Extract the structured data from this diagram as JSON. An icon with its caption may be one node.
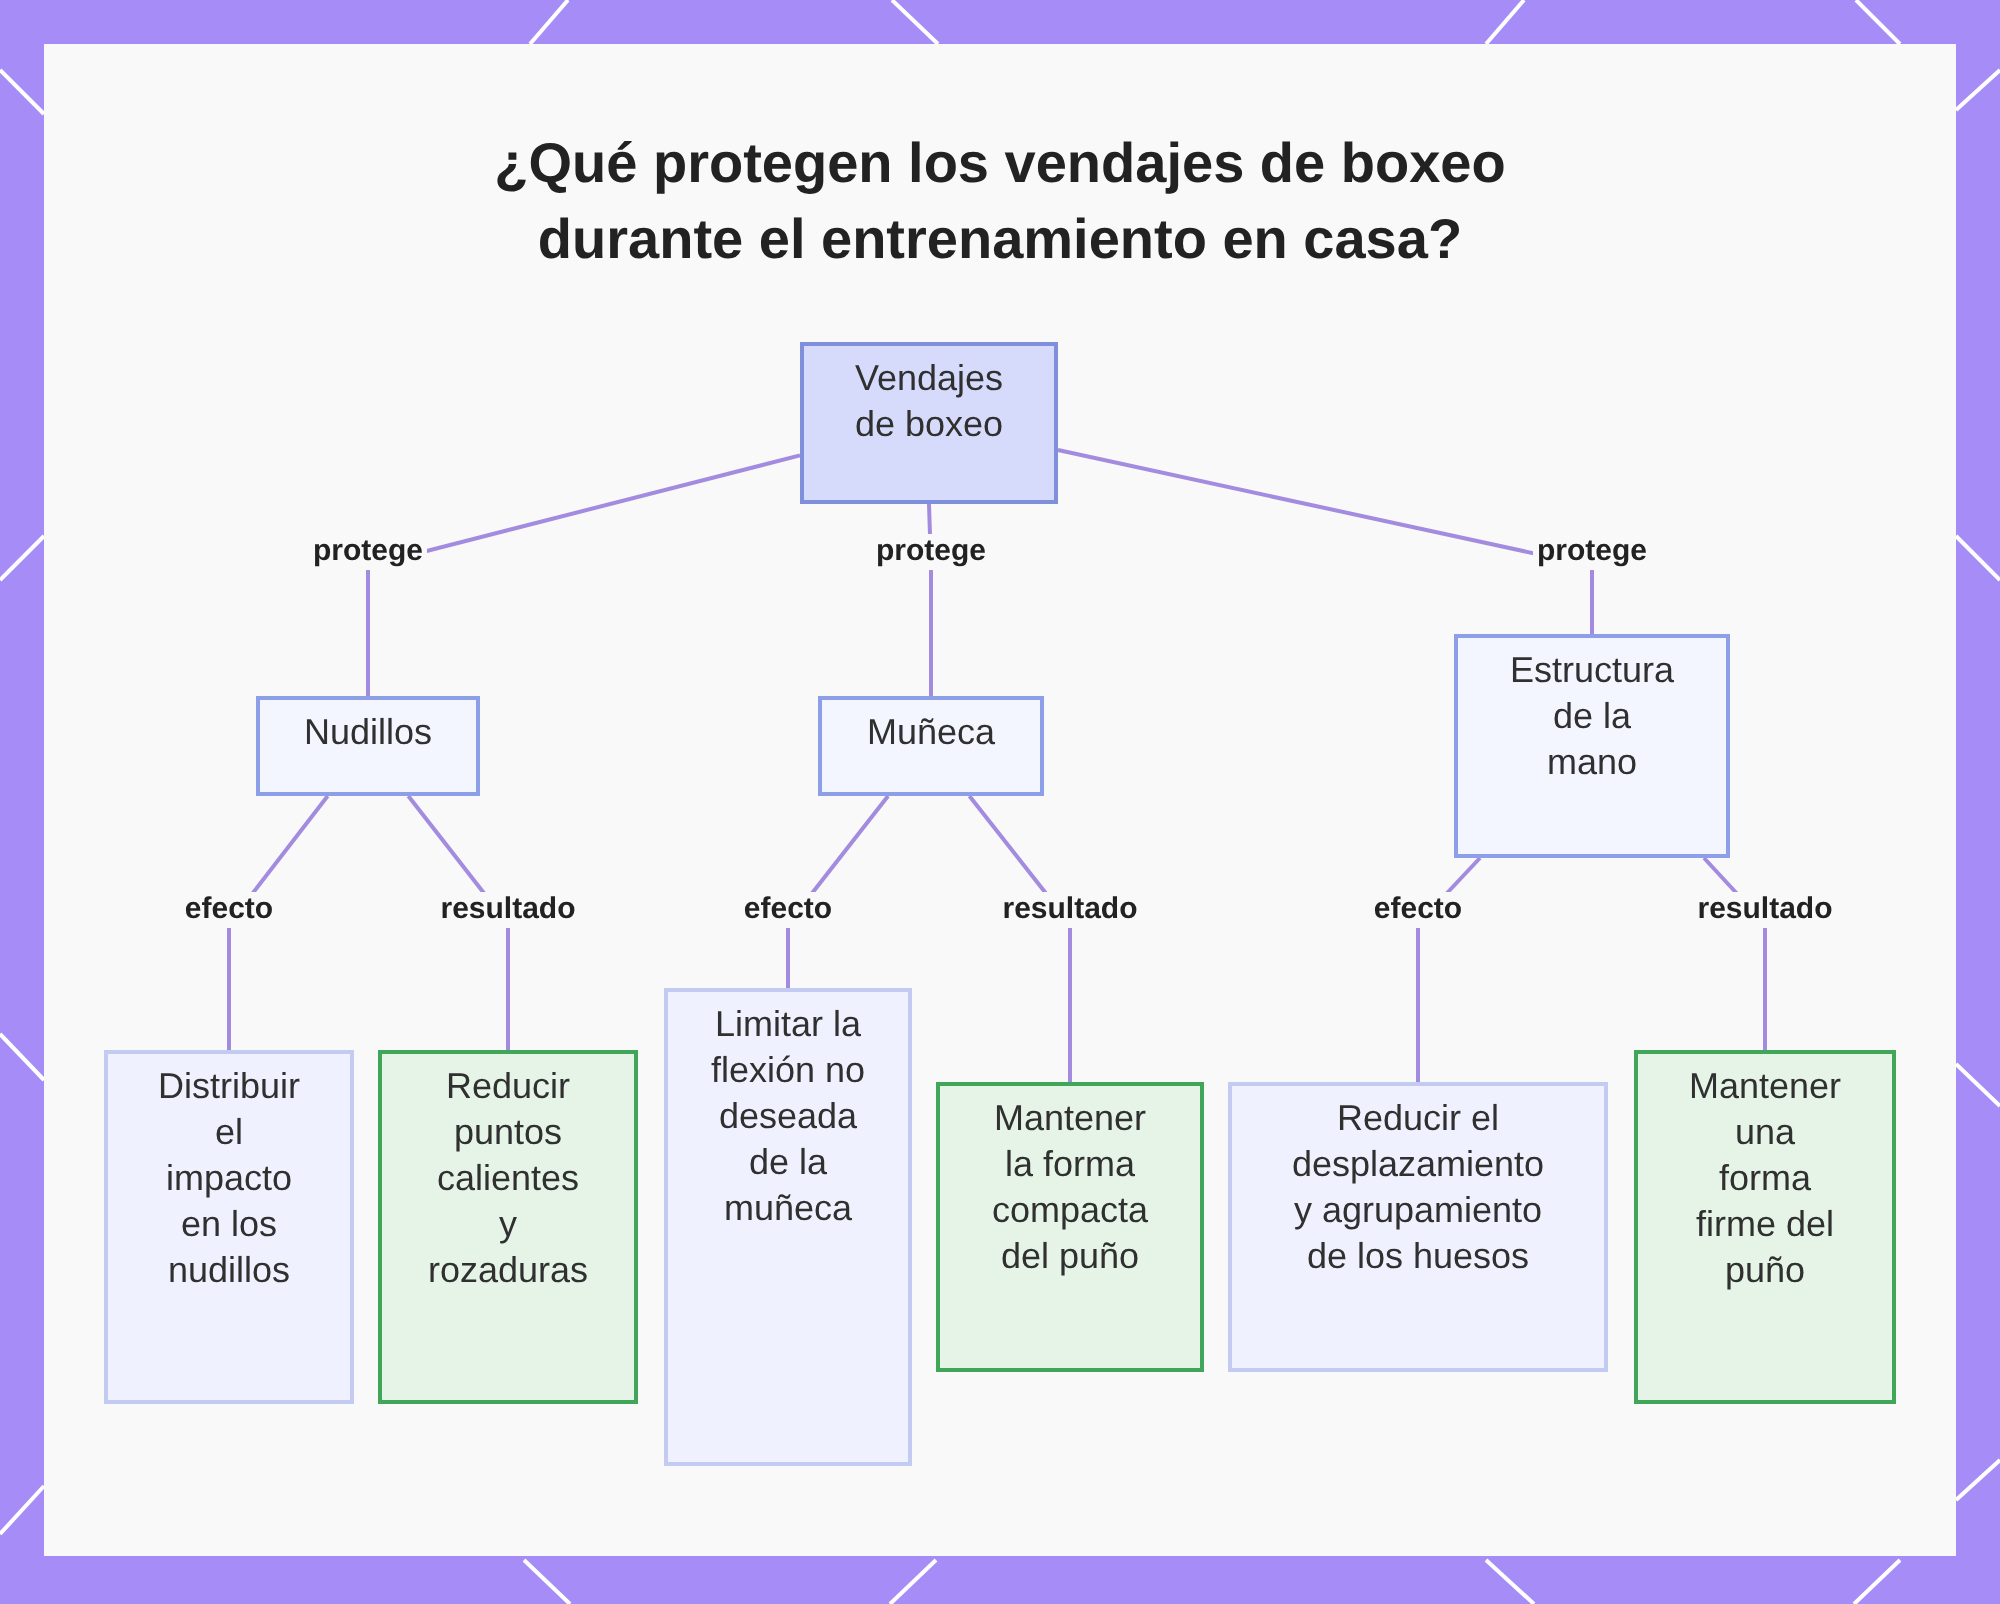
{
  "diagram": {
    "title": "¿Qué protegen los vendajes de boxeo durante el entrenamiento en casa?",
    "nodes": [
      {
        "text": [
          "Vendajes de boxeo"
        ]
      },
      {
        "text": [
          "Nudillos"
        ]
      },
      {
        "text": [
          "Muñeca"
        ]
      },
      {
        "text": [
          "Estructura de la mano"
        ]
      },
      {
        "text": [
          "Distribuir el impacto en los nudillos"
        ]
      },
      {
        "text": [
          "Reducir puntos calientes y rozaduras"
        ]
      },
      {
        "text": [
          "Limitar la flexión no deseada de la muñeca"
        ]
      },
      {
        "text": [
          "Mantener la forma compacta del puño"
        ]
      },
      {
        "text": [
          "Reducir el desplazamiento y agrupamiento de los huesos"
        ]
      },
      {
        "text": [
          "Mantener una forma firme del puño"
        ]
      }
    ],
    "edges": [
      {
        "from": 0,
        "to": 1,
        "arrow": "none",
        "label": "protege"
      },
      {
        "from": 0,
        "to": 2,
        "arrow": "none",
        "label": "protege"
      },
      {
        "from": 0,
        "to": 3,
        "arrow": "none",
        "label": "protege"
      },
      {
        "from": 1,
        "to": 4,
        "arrow": "none",
        "label": "efecto"
      },
      {
        "from": 1,
        "to": 5,
        "arrow": "none",
        "label": "resultado"
      },
      {
        "from": 2,
        "to": 6,
        "arrow": "none",
        "label": "efecto"
      },
      {
        "from": 2,
        "to": 7,
        "arrow": "none",
        "label": "resultado"
      },
      {
        "from": 3,
        "to": 8,
        "arrow": "none",
        "label": "efecto"
      },
      {
        "from": 3,
        "to": 9,
        "arrow": "none",
        "label": "resultado"
      }
    ]
  }
}
